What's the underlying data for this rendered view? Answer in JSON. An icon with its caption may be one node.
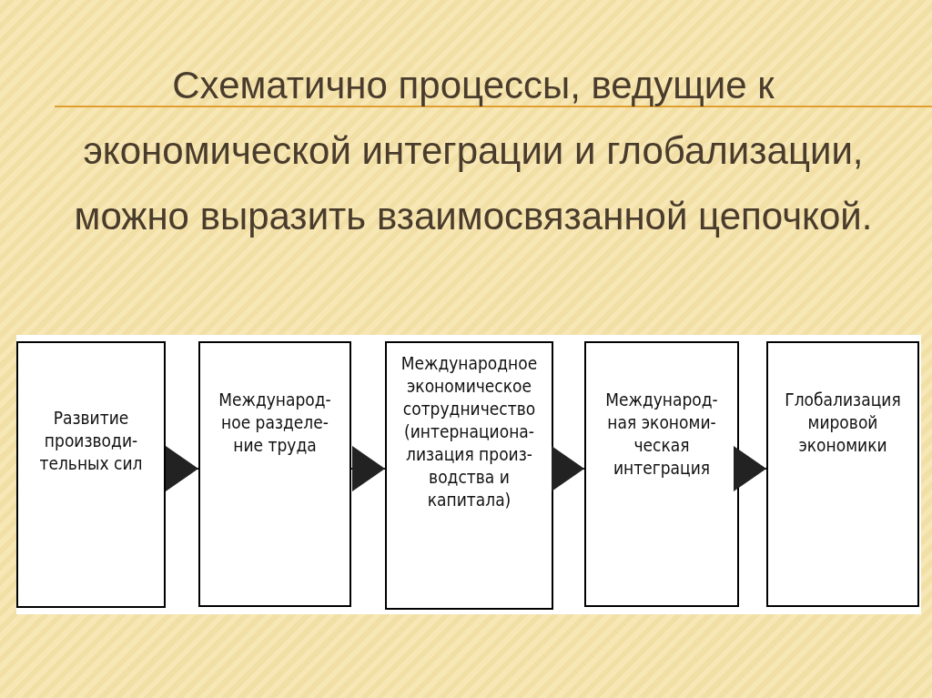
{
  "diagram": {
    "title": "Схематично процессы, ведущие к экономической интеграции и глобализации, можно выразить взаимосвязанной цепочкой.",
    "nodes": [
      {
        "text": [
          "Развитие производи- тельных сил"
        ]
      },
      {
        "text": [
          "Международ- ное разделе- ние труда"
        ]
      },
      {
        "text": [
          "Международное экономическое сотрудничество (интернациона- лизация произ- водства и капитала)"
        ]
      },
      {
        "text": [
          "Международ- ная экономи- ческая интеграция"
        ]
      },
      {
        "text": [
          "Глобализация мировой экономики"
        ]
      }
    ],
    "edges": [
      {
        "from": 0,
        "to": 1,
        "arrow": "to"
      },
      {
        "from": 1,
        "to": 2,
        "arrow": "to"
      },
      {
        "from": 2,
        "to": 3,
        "arrow": "to"
      },
      {
        "from": 3,
        "to": 4,
        "arrow": "to"
      }
    ]
  }
}
